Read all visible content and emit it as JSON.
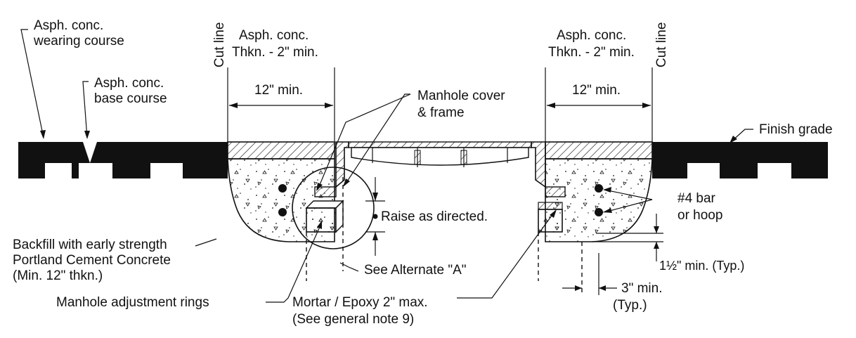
{
  "labels": {
    "wearing_course": [
      "Asph. conc.",
      "wearing course"
    ],
    "base_course": [
      "Asph. conc.",
      "base course"
    ],
    "cut_line_left": "Cut line",
    "cut_line_right": "Cut line",
    "thickness_left": [
      "Asph. conc.",
      "Thkn. - 2\" min."
    ],
    "thickness_right": [
      "Asph. conc.",
      "Thkn. - 2\" min."
    ],
    "width_left": "12\" min.",
    "width_right": "12\" min.",
    "manhole_cover": [
      "Manhole cover",
      "& frame"
    ],
    "finish_grade": "Finish grade",
    "backfill": [
      "Backfill with early strength",
      "Portland Cement Concrete",
      "(Min. 12\" thkn.)"
    ],
    "raise": "Raise as directed.",
    "rebar": [
      "#4 bar",
      "or hoop"
    ],
    "clearance": "1½\" min. (Typ.)",
    "alternate": "See Alternate \"A\"",
    "adjustment_rings": "Manhole adjustment rings",
    "mortar": [
      "Mortar / Epoxy 2\" max.",
      "(See general note 9)"
    ],
    "offset": [
      "3\" min.",
      "(Typ.)"
    ]
  },
  "colors": {
    "ink": "#111111",
    "paper": "#ffffff"
  }
}
